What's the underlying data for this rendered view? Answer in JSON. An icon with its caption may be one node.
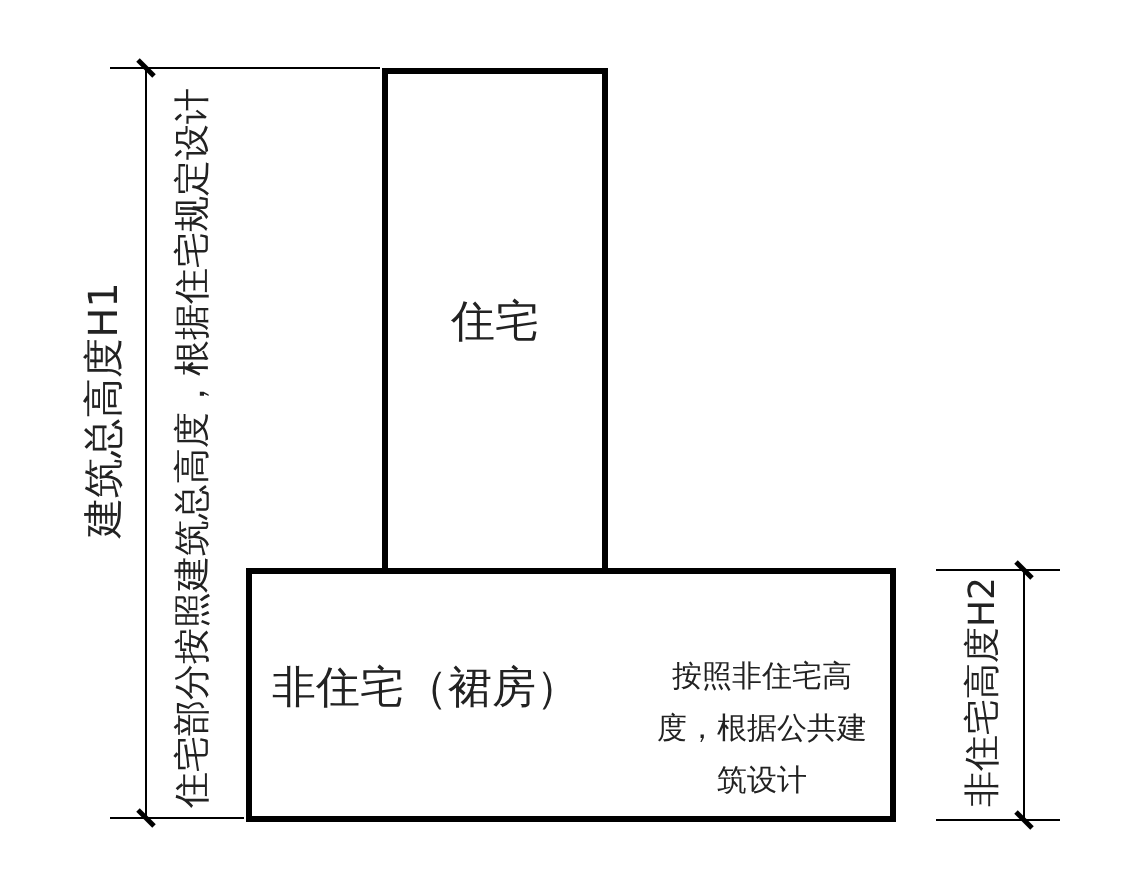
{
  "diagram": {
    "nodes": [
      {
        "text": [
          "住宅"
        ]
      },
      {
        "text": [
          "非住宅（裙房）",
          "按照非住宅高度，根据公共建筑设计"
        ]
      }
    ],
    "labels": [
      "建筑总高度H1",
      "住宅部分按照建筑总高度，根据住宅规定设计",
      "非住宅高度H2"
    ]
  }
}
